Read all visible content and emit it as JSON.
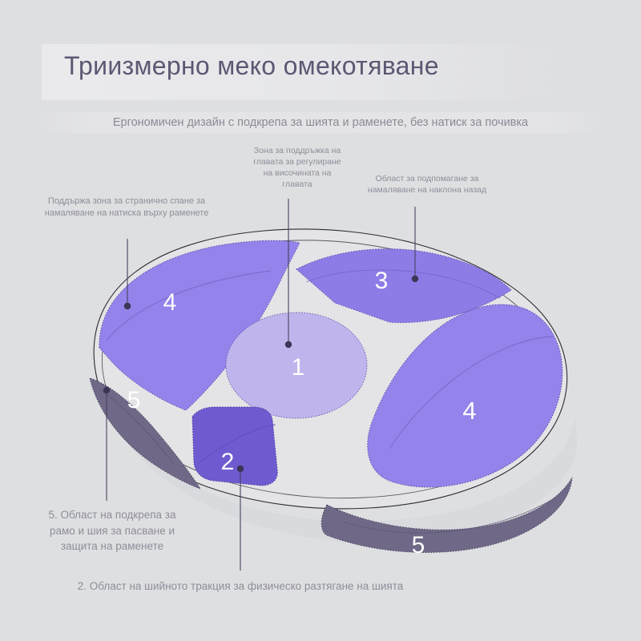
{
  "header": {
    "title": "Триизмерно меко омекотяване",
    "subtitle": "Ергономичен дизайн с подкрепа за шията и раменете, без натиск за почивка"
  },
  "colors": {
    "background": "#dedfe1",
    "pillow_body": "#e4e4e6",
    "zone1": "#c0b4ec",
    "zone2": "#6f5bcf",
    "zone3": "#8d7ce6",
    "zone4": "#9383ea",
    "zone5": "#6f6887",
    "title_text": "#5c5873",
    "label_text": "#8e8d99",
    "leader_line": "#4a4060",
    "zone_number_text": "#ffffff"
  },
  "annotations": [
    {
      "id": "head-support",
      "zone": "1",
      "text": "Зона за поддръжка на\nглавата за регулиране\nна височината на\nглавата"
    },
    {
      "id": "backward-tilt",
      "zone": "3",
      "text": "Област за подпомагане за\nнамаляване на наклона назад"
    },
    {
      "id": "side-sleeping",
      "zone": "4",
      "text": "Поддържа зона за странично спане за\nнамаляване на натиска върху раменете"
    },
    {
      "id": "shoulder-neck-support",
      "zone": "5",
      "text": "5. Област на подкрепа за\nрамо и шия за пасване и\nзащита на раменете"
    },
    {
      "id": "neck-traction",
      "zone": "2",
      "text": "2. Област на шийното тракция за физическо разтягане на шията"
    }
  ],
  "zone_numbers": {
    "one": "1",
    "two": "2",
    "three": "3",
    "four_left": "4",
    "four_right": "4",
    "five_left": "5",
    "five_right": "5"
  }
}
